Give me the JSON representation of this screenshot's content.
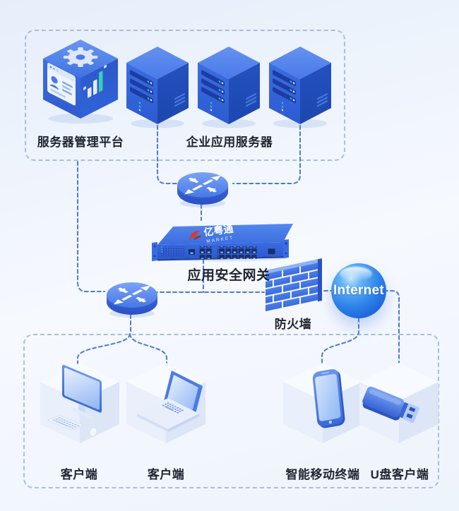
{
  "nodes": {
    "management": {
      "label": "服务器管理平台"
    },
    "app_servers": {
      "label": "企业应用服务器"
    },
    "gateway": {
      "label": "应用安全网关",
      "brand": "亿粤通",
      "brand_sub": "MARKET"
    },
    "firewall": {
      "label": "防火墙"
    },
    "internet": {
      "label": "Internet"
    },
    "client_desktop": {
      "label": "客户端"
    },
    "client_laptop": {
      "label": "客户端"
    },
    "client_mobile": {
      "label": "智能移动终端"
    },
    "client_usb": {
      "label": "U盘客户端"
    }
  },
  "groups": {
    "server_zone": "top dashed group containing management platform and enterprise application servers",
    "client_zone": "bottom dashed group containing desktop, laptop, mobile terminal and usb clients"
  },
  "edges": [
    {
      "from": "app_servers",
      "to": "router-top"
    },
    {
      "from": "router-top",
      "to": "gateway"
    },
    {
      "from": "gateway",
      "to": "lan-bus"
    },
    {
      "from": "server_zone",
      "to": "router-bottom"
    },
    {
      "from": "router-bottom",
      "to": "client_desktop"
    },
    {
      "from": "router-bottom",
      "to": "client_laptop"
    },
    {
      "from": "lan-bus",
      "to": "firewall"
    },
    {
      "from": "firewall",
      "to": "internet"
    },
    {
      "from": "internet",
      "to": "client_mobile"
    },
    {
      "from": "internet",
      "to": "client_usb"
    }
  ],
  "icons": {
    "management": "server-management-cube-icon",
    "app_servers": "server-tower-icon",
    "routers": "router-cylinder-icon",
    "gateway": "security-gateway-appliance-icon",
    "firewall": "brick-wall-icon",
    "internet": "globe-sphere-icon",
    "clients": [
      "desktop-computer-icon",
      "laptop-icon",
      "smartphone-icon",
      "usb-drive-icon"
    ]
  },
  "colors": {
    "primary_blue": "#2f63d8",
    "light_blue": "#5b8aee",
    "dark_blue": "#2350bc",
    "teal_led": "#2fd0c8",
    "accent_red": "#d93a28",
    "connector_blue": "#4c7cd0",
    "group_border": "#a9bedd",
    "text": "#1f2430",
    "bg_top": "#e7eefa",
    "bg_bottom": "#f6f9fe"
  }
}
